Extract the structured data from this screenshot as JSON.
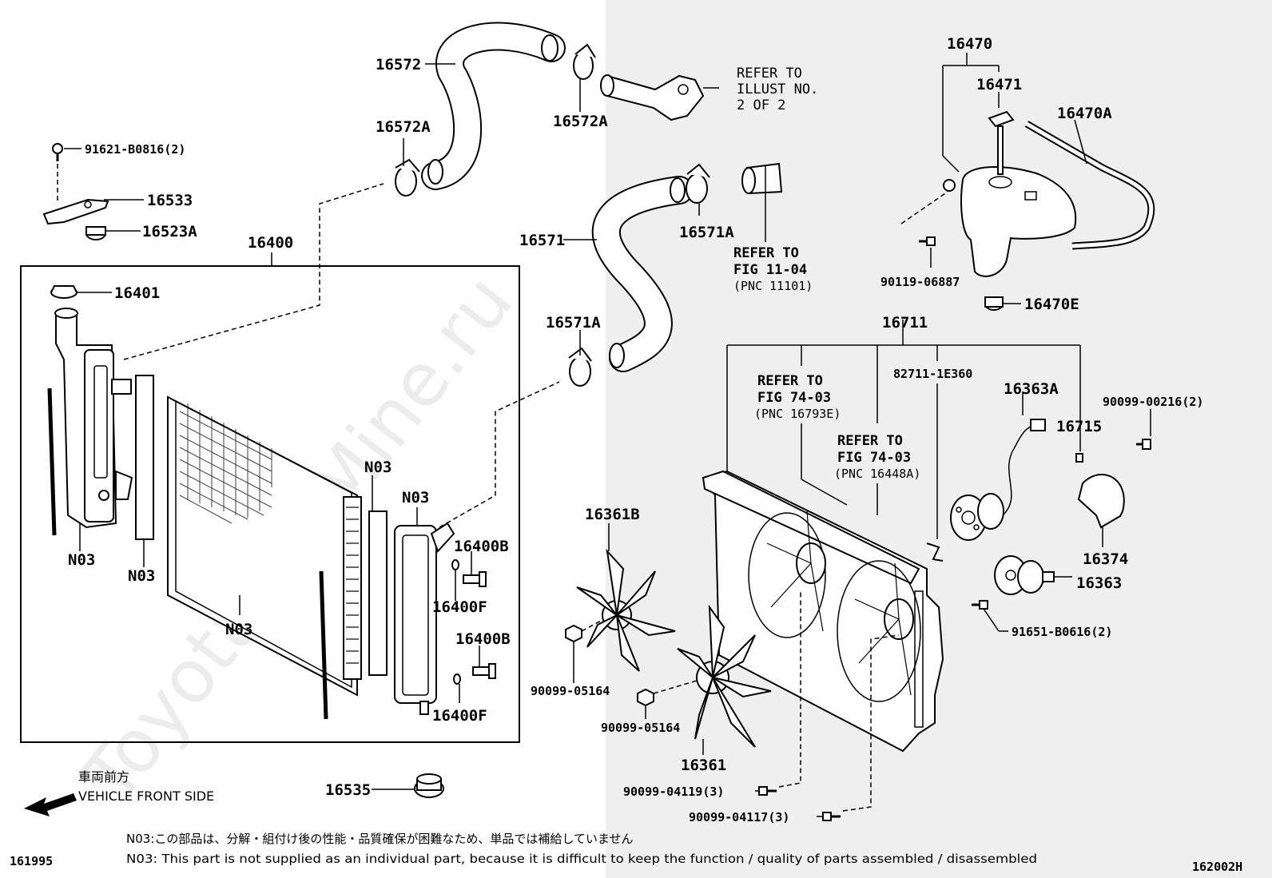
{
  "watermark": "ToyotaCarMine.ru",
  "labels": {
    "p16572": "16572",
    "p16572A_left": "16572A",
    "p16572A_right": "16572A",
    "p91621": "91621-B0816(2)",
    "p16533": "16533",
    "p16523A": "16523A",
    "p16400": "16400",
    "p16401": "16401",
    "p16571": "16571",
    "p16571A_top": "16571A",
    "p16571A_bot": "16571A",
    "p16470": "16470",
    "p16471": "16471",
    "p16470A": "16470A",
    "p90119": "90119-06887",
    "p16470E": "16470E",
    "p16711": "16711",
    "p82711": "82711-1E360",
    "p16363A": "16363A",
    "p90099_00216": "90099-00216(2)",
    "p16715": "16715",
    "p16374": "16374",
    "p16363": "16363",
    "p91651": "91651-B0616(2)",
    "p16361B": "16361B",
    "p16361": "16361",
    "p90099_05164_a": "90099-05164",
    "p90099_05164_b": "90099-05164",
    "p90099_04119": "90099-04119(3)",
    "p90099_04117": "90099-04117(3)",
    "p16400B_a": "16400B",
    "p16400F_a": "16400F",
    "p16400B_b": "16400B",
    "p16400F_b": "16400F",
    "p16535": "16535",
    "n03_a": "N03",
    "n03_b": "N03",
    "n03_c": "N03",
    "n03_d": "N03",
    "n03_e": "N03"
  },
  "refs": {
    "illust": [
      "REFER TO",
      "ILLUST NO.",
      "2 OF 2"
    ],
    "fig1104": [
      "REFER TO",
      "FIG 11-04",
      "(PNC 11101)"
    ],
    "fig7403a": [
      "REFER TO",
      "FIG 74-03",
      "(PNC 16793E)"
    ],
    "fig7403b": [
      "REFER TO",
      "FIG 74-03",
      "(PNC 16448A)"
    ]
  },
  "front": {
    "jp": "車両前方",
    "en": "VEHICLE FRONT SIDE"
  },
  "notes": {
    "jp": "N03:この部品は、分解・組付け後の性能・品質確保が困難なため、単品では補給していません",
    "en": "N03: This part is not supplied as an individual part, because it is difficult to keep the function / quality of parts assembled / disassembled"
  },
  "codes": {
    "left": "161995",
    "right": "162002H"
  }
}
